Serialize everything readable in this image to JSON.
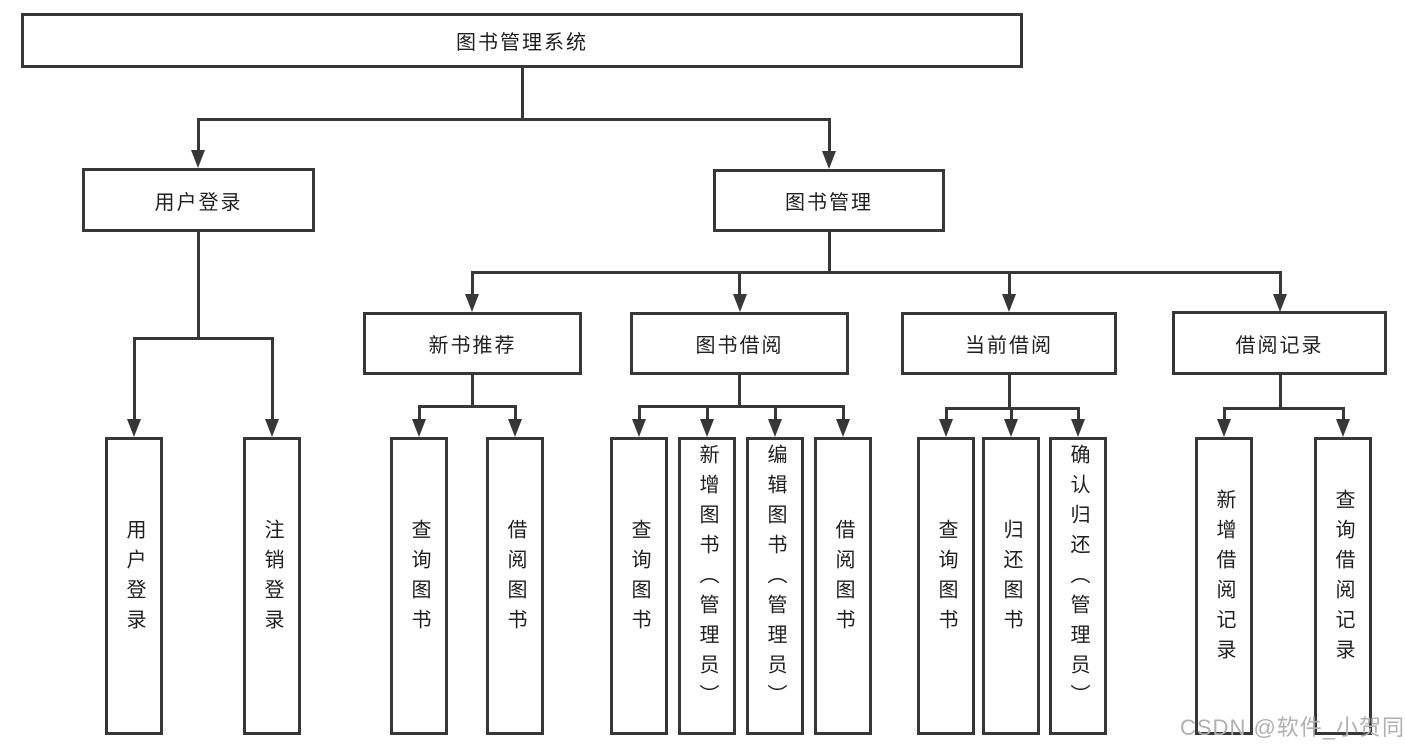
{
  "diagram": {
    "root": {
      "label": "图书管理系统"
    },
    "level2": [
      {
        "label": "用户登录"
      },
      {
        "label": "图书管理"
      }
    ],
    "level3": [
      {
        "label": "新书推荐",
        "parent": "图书管理"
      },
      {
        "label": "图书借阅",
        "parent": "图书管理"
      },
      {
        "label": "当前借阅",
        "parent": "图书管理"
      },
      {
        "label": "借阅记录",
        "parent": "图书管理"
      }
    ],
    "leaves": [
      {
        "label": "用户登录",
        "parent": "用户登录"
      },
      {
        "label": "注销登录",
        "parent": "用户登录"
      },
      {
        "label": "查询图书",
        "parent": "新书推荐"
      },
      {
        "label": "借阅图书",
        "parent": "新书推荐"
      },
      {
        "label": "查询图书",
        "parent": "图书借阅"
      },
      {
        "label": "新增图书（管理员）",
        "parent": "图书借阅"
      },
      {
        "label": "编辑图书（管理员）",
        "parent": "图书借阅"
      },
      {
        "label": "借阅图书",
        "parent": "图书借阅"
      },
      {
        "label": "查询图书",
        "parent": "当前借阅"
      },
      {
        "label": "归还图书",
        "parent": "当前借阅"
      },
      {
        "label": "确认归还（管理员）",
        "parent": "当前借阅"
      },
      {
        "label": "新增借阅记录",
        "parent": "借阅记录"
      },
      {
        "label": "查询借阅记录",
        "parent": "借阅记录"
      }
    ],
    "watermark": "CSDN @软件_小贺同学",
    "colors": {
      "line": "#373737",
      "box_border": "#373737",
      "box_fill": "#ffffff",
      "background": "#ffffff",
      "text": "#1f1f1f",
      "watermark": "#b0b0b0"
    }
  }
}
